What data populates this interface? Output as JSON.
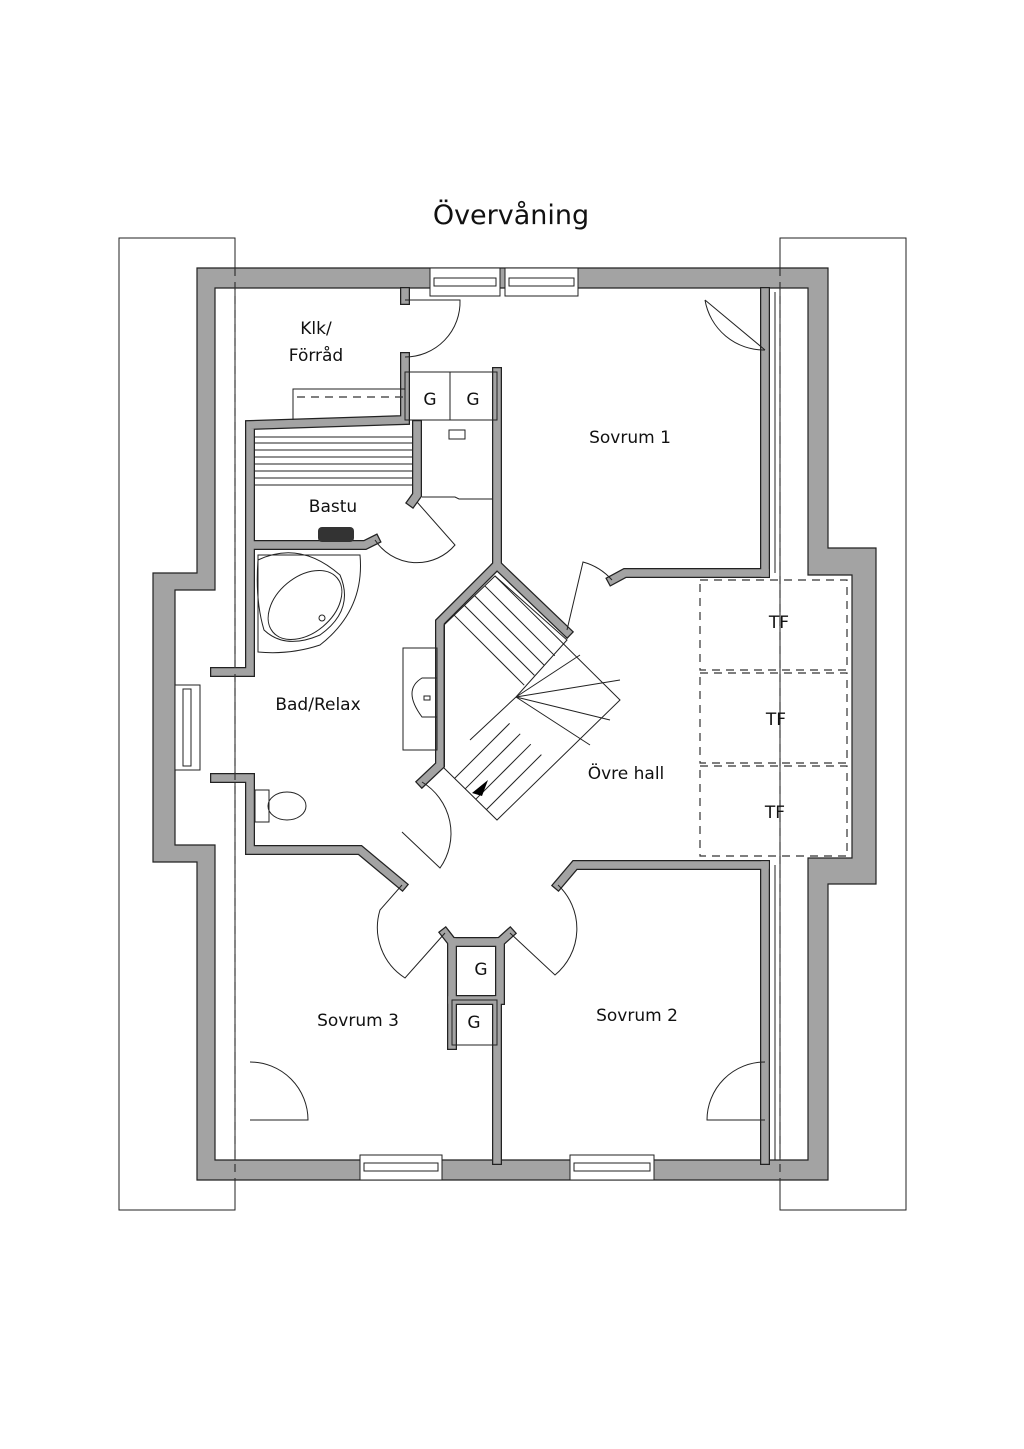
{
  "title": "Övervåning",
  "rooms": {
    "klk_line1": "Klk/",
    "klk_line2": "Förråd",
    "sovrum1": "Sovrum 1",
    "bastu": "Bastu",
    "bad_relax": "Bad/Relax",
    "ovre_hall": "Övre hall",
    "sovrum2": "Sovrum 2",
    "sovrum3": "Sovrum 3"
  },
  "wardrobes": [
    "G",
    "G",
    "G",
    "G"
  ],
  "storage": [
    "TF",
    "TF",
    "TF"
  ],
  "colors": {
    "wall": "#a3a3a3",
    "outline": "#222222"
  }
}
